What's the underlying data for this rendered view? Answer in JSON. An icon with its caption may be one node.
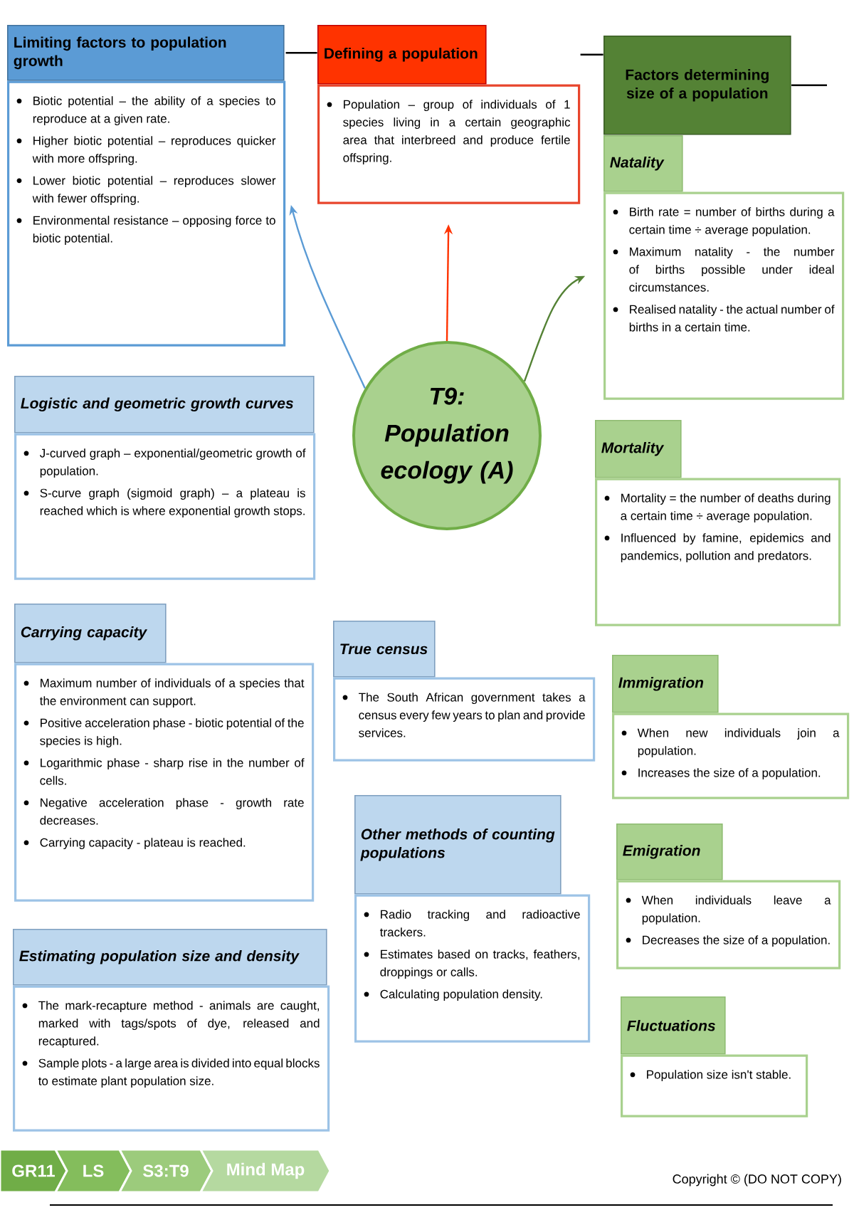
{
  "diagram": {
    "nodes": [
      {
        "text": [
          "Limiting factors to population growth",
          "Biotic potential – the ability of a species to reproduce at a given rate.",
          "Higher biotic potential – reproduces quicker with more offspring.",
          "Lower biotic potential – reproduces slower with fewer offspring.",
          "Environmental resistance – opposing force to biotic potential."
        ]
      },
      {
        "text": [
          "Defining a population",
          "Population – group of individuals of 1 species living in a certain geographic area that interbreed and produce fertile offspring."
        ]
      },
      {
        "text": [
          "Factors determining size of a population"
        ]
      },
      {
        "text": [
          "Natality",
          "Birth rate = number of births during a certain time ÷ average population.",
          "Maximum natality - the number of births possible under ideal circumstances.",
          "Realised natality - the actual number of births in a certain time."
        ]
      },
      {
        "text": [
          "T9: Population ecology (A)"
        ]
      },
      {
        "text": [
          "Logistic and geometric growth curves",
          "J-curved graph – exponential/geometric growth of population.",
          "S-curve graph (sigmoid graph) – a plateau is reached which is where exponential growth stops."
        ]
      },
      {
        "text": [
          "Mortality",
          "Mortality = the number of deaths during a certain time ÷ average population.",
          "Influenced by famine, epidemics and pandemics, pollution and predators."
        ]
      },
      {
        "text": [
          "Carrying capacity",
          "Maximum number of individuals of a species that the environment can support.",
          "Positive acceleration phase - biotic potential of the species is high.",
          "Logarithmic phase - sharp rise in the number of cells.",
          "Negative acceleration phase - growth rate decreases.",
          "Carrying capacity - plateau is reached."
        ]
      },
      {
        "text": [
          "True census",
          "The South African government takes a census every few years to plan and provide services."
        ]
      },
      {
        "text": [
          "Immigration",
          "When new individuals join a population.",
          "Increases the size of a population."
        ]
      },
      {
        "text": [
          "Other methods of counting populations",
          "Radio tracking and radioactive trackers.",
          "Estimates based on tracks, feathers, droppings or calls.",
          "Calculating population density."
        ]
      },
      {
        "text": [
          "Emigration",
          "When individuals leave a population.",
          "Decreases the size of a population."
        ]
      },
      {
        "text": [
          "Estimating population size and density",
          "The mark-recapture method - animals are caught, marked with tags/spots of dye, released and recaptured.",
          "Sample plots - a large area is divided into equal blocks to estimate plant population size."
        ]
      },
      {
        "text": [
          "Fluctuations",
          "Population size isn't stable."
        ]
      }
    ],
    "edges": [
      {
        "from": 4,
        "to": 0,
        "arrow": "to",
        "color": "#5b9bd5"
      },
      {
        "from": 4,
        "to": 1,
        "arrow": "to",
        "color": "#ff3300"
      },
      {
        "from": 4,
        "to": 3,
        "arrow": "to",
        "color": "#548235"
      },
      {
        "from": 0,
        "to": 1,
        "arrow": "none"
      },
      {
        "from": 1,
        "to": 2,
        "arrow": "none"
      },
      {
        "from": 2,
        "to": null,
        "arrow": "none"
      }
    ],
    "labels": [
      "GR11",
      "LS",
      "S3:T9",
      "Mind Map",
      "Copyright © (DO NOT COPY)"
    ]
  }
}
